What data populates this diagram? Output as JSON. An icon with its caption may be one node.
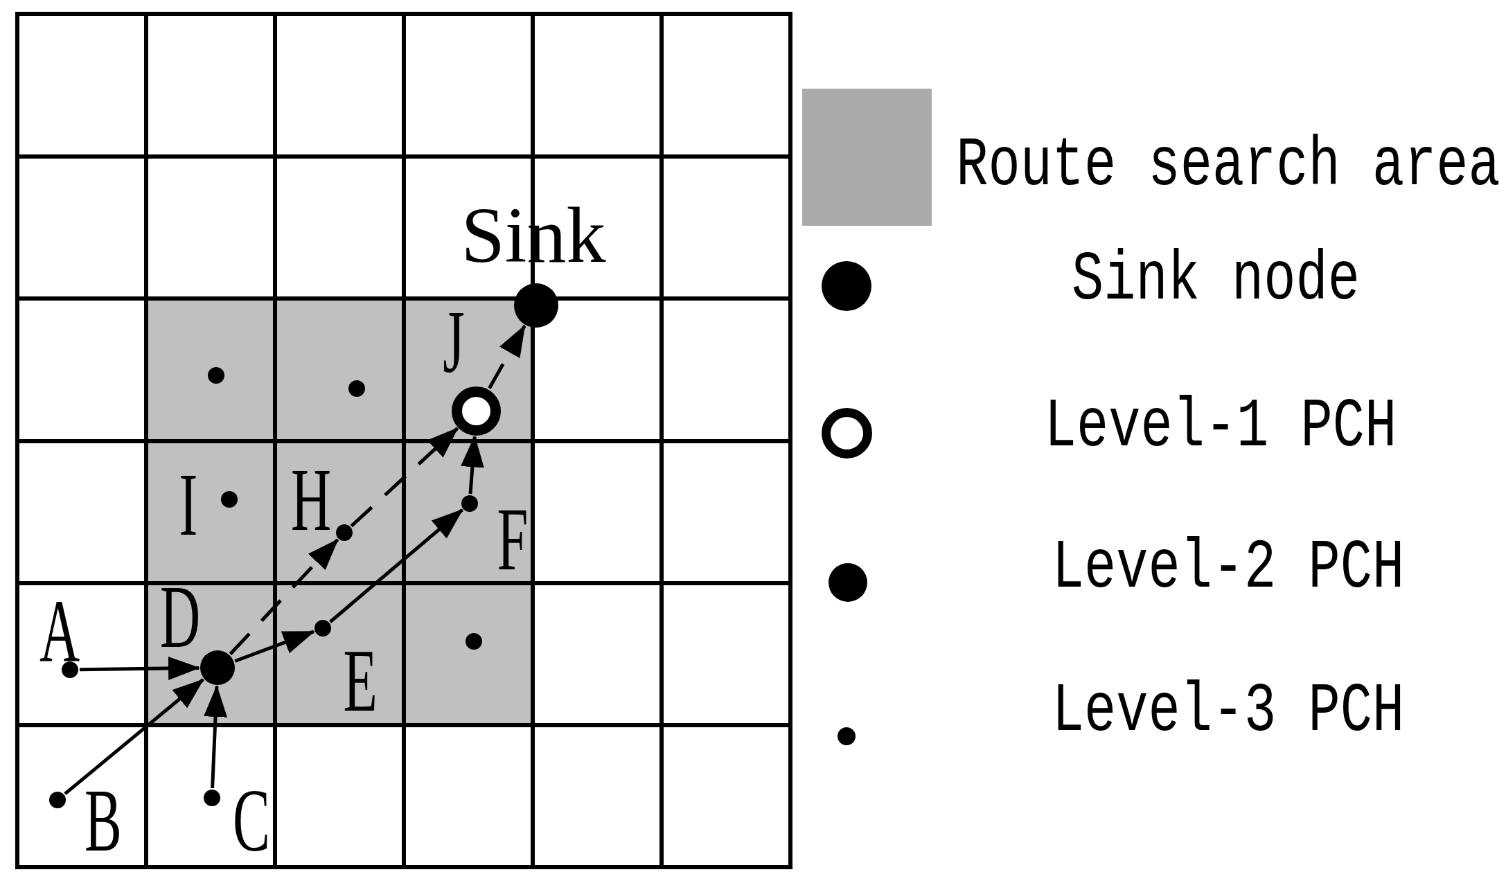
{
  "diagram": {
    "nodes": [
      {
        "text": [
          "Sink"
        ]
      },
      {
        "text": [],
        "shape": "circle"
      },
      {
        "text": [],
        "shape": "circle"
      },
      {
        "text": [
          "J"
        ]
      },
      {
        "text": [
          "I"
        ]
      },
      {
        "text": [
          "H"
        ]
      },
      {
        "text": [
          "F"
        ]
      },
      {
        "text": [
          "A"
        ]
      },
      {
        "text": [
          "D"
        ]
      },
      {
        "text": [
          "E"
        ]
      },
      {
        "text": [],
        "shape": "circle"
      },
      {
        "text": [
          "B"
        ]
      },
      {
        "text": [
          "C"
        ]
      }
    ],
    "edges": [
      {
        "from": 7,
        "to": 8,
        "arrow": "to"
      },
      {
        "from": 11,
        "to": 8,
        "arrow": "to"
      },
      {
        "from": 12,
        "to": 8,
        "arrow": "to"
      },
      {
        "from": 8,
        "to": 5,
        "arrow": "to",
        "style": "dashed"
      },
      {
        "from": 5,
        "to": 3,
        "arrow": "to",
        "style": "dashed"
      },
      {
        "from": 8,
        "to": 9,
        "arrow": "to"
      },
      {
        "from": 9,
        "to": 6,
        "arrow": "to"
      },
      {
        "from": 6,
        "to": 3,
        "arrow": "to"
      },
      {
        "from": 3,
        "to": 0,
        "arrow": "to",
        "style": "dashed"
      }
    ],
    "legend": [
      {
        "text": "Route search area",
        "color": "#aaaaaa"
      },
      {
        "text": "Sink node"
      },
      {
        "text": "Level-1 PCH"
      },
      {
        "text": "Level-2 PCH"
      },
      {
        "text": "Level-3 PCH"
      }
    ]
  }
}
